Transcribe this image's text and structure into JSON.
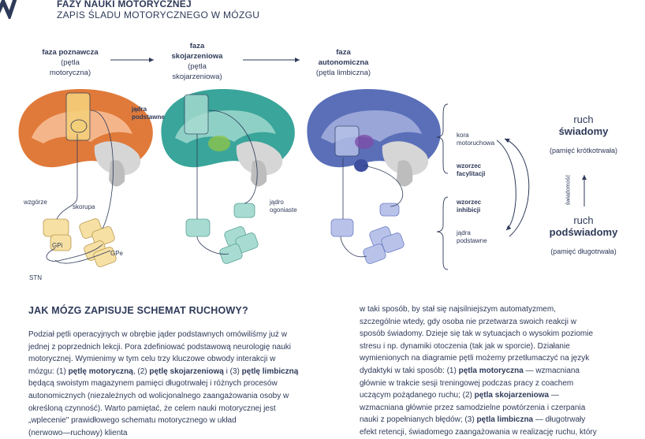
{
  "header": {
    "title": "FAZY NAUKI MOTORYCZNEJ",
    "subtitle": "ZAPIS ŚLADU MOTORYCZNEGO W MÓZGU"
  },
  "phases": [
    {
      "name": "faza poznawcza",
      "loop": "(pętla",
      "loop2": "motoryczna)"
    },
    {
      "name": "faza",
      "name2": "skojarzeniowa",
      "loop": "(pętla",
      "loop2": "skojarzeniowa)"
    },
    {
      "name": "faza",
      "name2": "autonomiczna",
      "loop": "(pętla limbiczna)"
    }
  ],
  "labels": {
    "jadra_podstawne_1": "jądra",
    "jadra_podstawne_2": "podstawne",
    "wzgorze": "wzgórze",
    "skorupa": "skorupa",
    "gpi": "GPi",
    "gpe": "GPe",
    "stn": "STN",
    "jadro_ogoniaste_1": "jądro",
    "jadro_ogoniaste_2": "ogoniaste",
    "kora_1": "kora",
    "kora_2": "motoruchowa",
    "wzorzec_fac_1": "wzorzec",
    "wzorzec_fac_2": "facylitacji",
    "wzorzec_inh_1": "wzorzec",
    "wzorzec_inh_2": "inhibicji",
    "jadra2_1": "jądra",
    "jadra2_2": "podstawne",
    "swiadomosc": "świadomość"
  },
  "ruch_swiadomy": {
    "line1": "ruch",
    "line2": "świadomy",
    "note": "(pamięć krótkotrwała)"
  },
  "ruch_podswiadomy": {
    "line1": "ruch",
    "line2": "podświadomy",
    "note": "(pamięć długotrwała)"
  },
  "section": {
    "title": "JAK MÓZG ZAPISUJE SCHEMAT RUCHOWY?",
    "left": [
      "Podział pętli operacyjnych w obrębie jąder podstawnych omówiliśmy już w",
      "jednej z poprzednich lekcji. Pora zdefiniować podstawową neurologię nauki",
      "motorycznej. Wymienimy w tym celu trzy kluczowe obwody interakcji w",
      "mózgu: (1) ",
      "pętlę motoryczną",
      ", (2) ",
      "pętlę skojarzeniową",
      " i (3) ",
      "pętlę limbiczną",
      "będącą swoistym magazynem pamięci długotrwałej i różnych procesów",
      "autonomicznych (niezależnych od wolicjonalnego zaangażowania osoby w",
      "określoną czynność). Warto pamiętać, że celem nauki motorycznej jest",
      "„wplecenie\" prawidłowego schematu motorycznego w układ",
      "(nerwowo—ruchowy) klienta"
    ],
    "right": [
      "w taki sposób, by stał się najsilniejszym automatyzmem,",
      "szczególnie wtedy, gdy osoba nie przetwarza swoich reakcji w",
      "sposób świadomy. Dzieje się tak w sytuacjach o wysokim poziomie",
      "stresu i np. dynamiki otoczenia (tak jak w sporcie). Działanie",
      "wymienionych na diagramie pętli możemy przetłumaczyć na język",
      "dydaktyki w taki sposób: (1) ",
      "pętla motoryczna",
      " — wzmacniana",
      "głównie w trakcie sesji treningowej podczas pracy z coachem",
      "uczącym pożądanego ruchu; (2) ",
      "pętla skojarzeniowa",
      " —",
      "wzmacniana głównie przez samodzielne powtórzenia i czerpania",
      "nauki z popełnianych błędów; (3) ",
      "pętla limbiczna",
      " — długotrwały",
      "efekt retencji, świadomego zaangażowania w realizację ruchu, który"
    ]
  },
  "colors": {
    "motor": "#e07a3a",
    "assoc": "#3aa59a",
    "limbic": "#5a6fb8",
    "ink": "#2e3a59"
  }
}
